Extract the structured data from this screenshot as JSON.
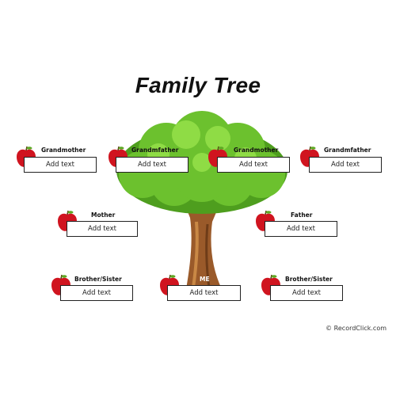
{
  "title": "Family Tree",
  "members": [
    {
      "label": "Grandmother",
      "text": "Add text"
    },
    {
      "label": "Grandmfather",
      "text": "Add text"
    },
    {
      "label": "Grandmother",
      "text": "Add text"
    },
    {
      "label": "Grandmfather",
      "text": "Add text"
    },
    {
      "label": "Mother",
      "text": "Add text"
    },
    {
      "label": "Father",
      "text": "Add text"
    },
    {
      "label": "Brother/Sister",
      "text": "Add text"
    },
    {
      "label": "ME",
      "text": "Add text"
    },
    {
      "label": "Brother/Sister",
      "text": "Add text"
    }
  ],
  "credit": "© RecordClick.com",
  "colors": {
    "apple": "#d0141f",
    "leaf": "#6cc12e",
    "trunk": "#9a5a2a"
  }
}
